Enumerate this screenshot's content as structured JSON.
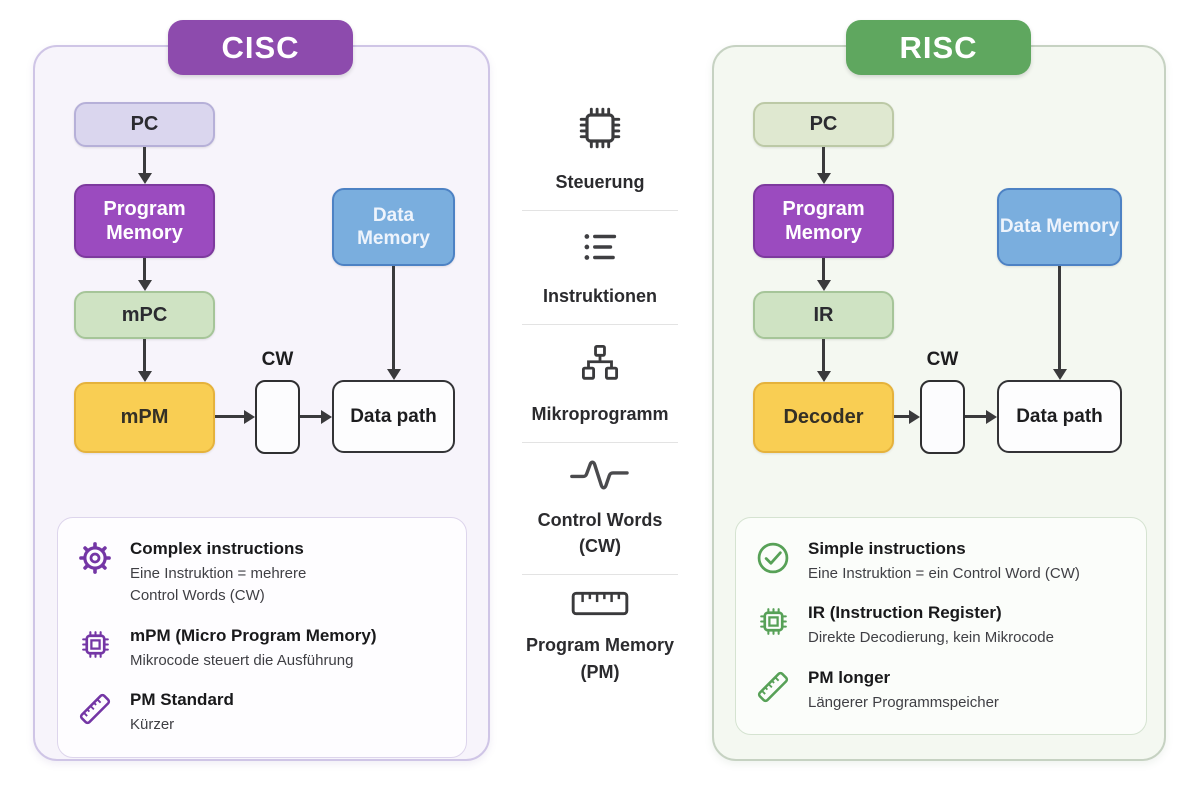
{
  "cisc": {
    "title": "CISC",
    "boxes": {
      "pc": "PC",
      "program_memory": "Program Memory",
      "mpc": "mPC",
      "mpm": "mPM",
      "cw": "CW",
      "data_memory": "Data Memory",
      "data_path": "Data path"
    },
    "notes": [
      {
        "icon": "gear-icon",
        "title": "Complex instructions",
        "desc": "Eine Instruktion = mehrere\nControl Words (CW)"
      },
      {
        "icon": "chip-icon",
        "title": "mPM (Micro Program Memory)",
        "desc": "Mikrocode steuert die Ausführung"
      },
      {
        "icon": "ruler-icon",
        "title": "PM Standard",
        "desc": "Kürzer"
      }
    ]
  },
  "risc": {
    "title": "RISC",
    "boxes": {
      "pc": "PC",
      "program_memory": "Program Memory",
      "ir": "IR",
      "decoder": "Decoder",
      "cw": "CW",
      "data_memory": "Data Memory",
      "data_path": "Data path"
    },
    "notes": [
      {
        "icon": "check-circle-icon",
        "title": "Simple instructions",
        "desc": "Eine Instruktion = ein Control Word (CW)"
      },
      {
        "icon": "chip-icon",
        "title": "IR (Instruction Register)",
        "desc": "Direkte Decodierung, kein Mikrocode"
      },
      {
        "icon": "ruler-icon",
        "title": "PM longer",
        "desc": "Längerer Programmspeicher"
      }
    ]
  },
  "legend": {
    "items": [
      {
        "icon": "cpu-chip-icon",
        "label": "Steuerung"
      },
      {
        "icon": "list-icon",
        "label": "Instruktionen"
      },
      {
        "icon": "hierarchy-icon",
        "label": "Mikroprogramm"
      },
      {
        "icon": "pulse-icon",
        "label": "Control Words (CW)"
      },
      {
        "icon": "ruler-icon",
        "label": "Program Memory (PM)"
      }
    ]
  },
  "colors": {
    "cisc_accent": "#8d4bad",
    "risc_accent": "#5fa75f",
    "purple_box": "#9b4bbf",
    "yellow_box": "#f9ce53",
    "blue_box": "#7aaede",
    "green_box": "#cfe3c3",
    "lavender_box": "#dad6ee",
    "sage_box": "#dfe8d0",
    "arrow": "#3a3a3c"
  }
}
